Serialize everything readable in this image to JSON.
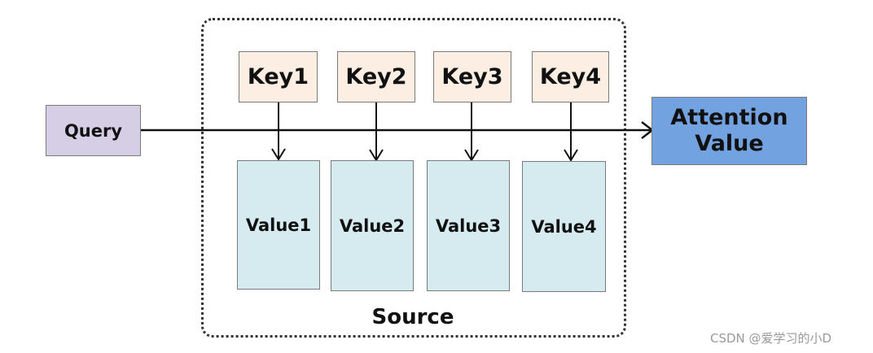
{
  "diagram": {
    "query": "Query",
    "attention_value": [
      "Attention",
      "Value"
    ],
    "keys": [
      "Key1",
      "Key2",
      "Key3",
      "Key4"
    ],
    "values": [
      "Value1",
      "Value2",
      "Value3",
      "Value4"
    ],
    "source_label": "Source",
    "watermark": "CSDN @爱学习的小D"
  }
}
